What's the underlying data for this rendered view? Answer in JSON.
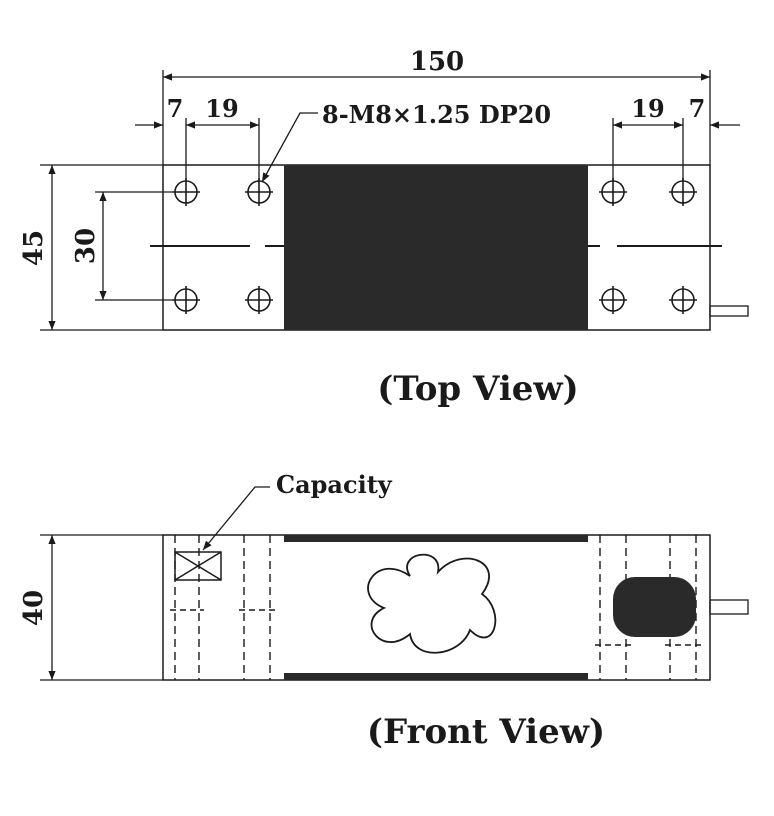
{
  "top_view": {
    "caption": "(Top View)",
    "dim_overall_length": "150",
    "dim_left_edge": "7",
    "dim_left_pitch": "19",
    "dim_right_pitch": "19",
    "dim_right_edge": "7",
    "dim_width": "45",
    "dim_hole_spacing": "30",
    "hole_callout": "8-M8×1.25 DP20"
  },
  "front_view": {
    "caption": "(Front View)",
    "dim_height": "40",
    "capacity_label": "Capacity"
  },
  "colors": {
    "line": "#1a1a1a",
    "fill_dark": "#2a2a2a"
  }
}
